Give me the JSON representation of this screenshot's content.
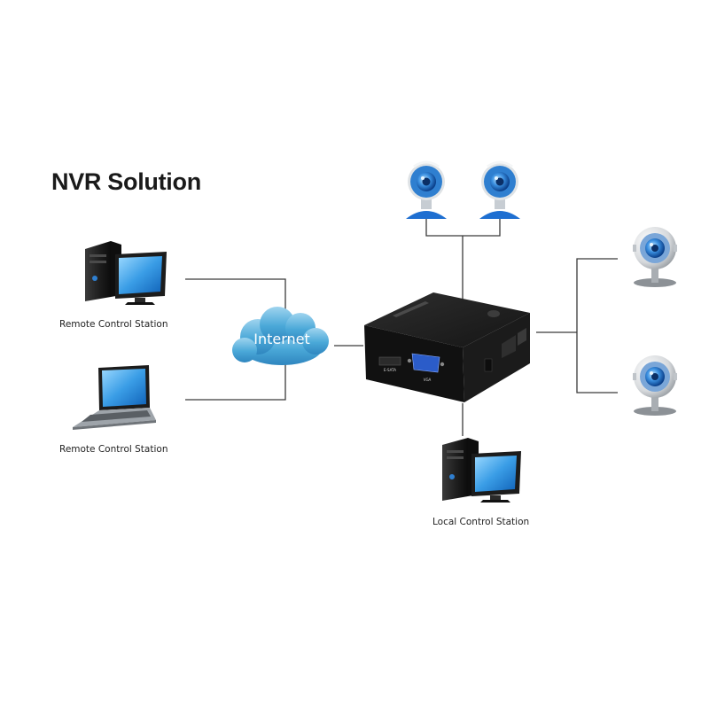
{
  "title": "NVR Solution",
  "stations": {
    "remote_desktop_label": "Remote Control Station",
    "remote_laptop_label": "Remote Control Station",
    "local_label": "Local Control Station"
  },
  "cloud": {
    "label": "Internet"
  },
  "nvr": {
    "sata_label": "E-SATA",
    "vga_label": "VGA"
  },
  "colors": {
    "line": "#3a3a3a",
    "cloud": "#5fb4dd",
    "camera_blue": "#2f7fd0",
    "device": "#1f1f1f"
  },
  "icons": [
    "desktop-computer-icon",
    "laptop-icon",
    "cloud-icon",
    "nvr-box-icon",
    "webcam-icon",
    "ip-camera-icon"
  ]
}
